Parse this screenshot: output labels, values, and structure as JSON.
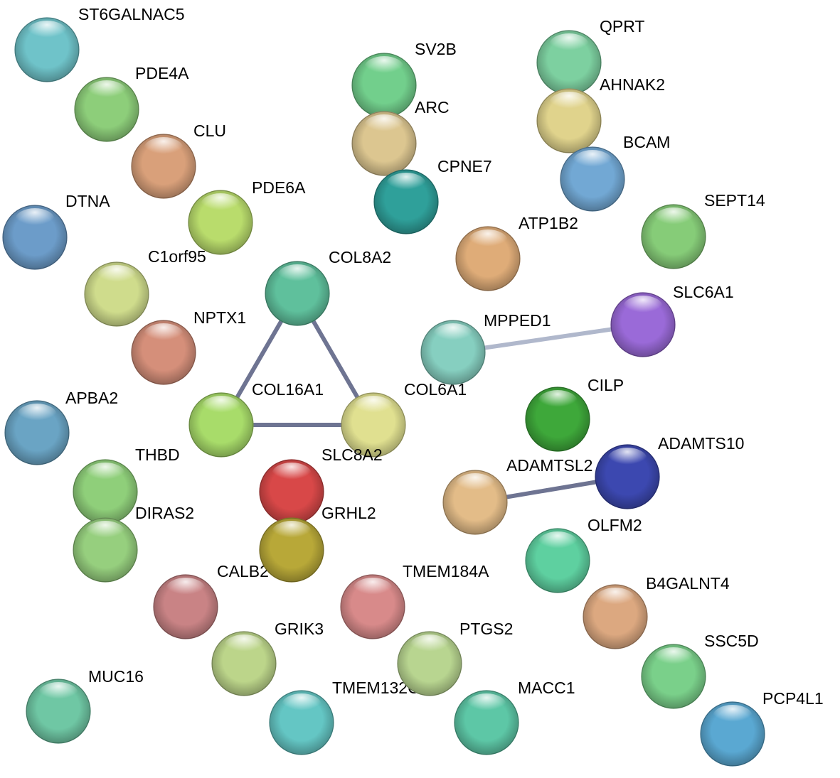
{
  "nodes": [
    {
      "id": "ST6GALNAC5",
      "color": "#6fc3c9"
    },
    {
      "id": "PDE4A",
      "color": "#8dce7a"
    },
    {
      "id": "CLU",
      "color": "#d9a07a"
    },
    {
      "id": "DTNA",
      "color": "#6c9cc9"
    },
    {
      "id": "PDE6A",
      "color": "#b9dc6c"
    },
    {
      "id": "C1orf95",
      "color": "#cfdc8c"
    },
    {
      "id": "NPTX1",
      "color": "#d58f7a"
    },
    {
      "id": "APBA2",
      "color": "#6aa4c4"
    },
    {
      "id": "THBD",
      "color": "#8fcf7a"
    },
    {
      "id": "DIRAS2",
      "color": "#96cf7e"
    },
    {
      "id": "CALB2",
      "color": "#c98385"
    },
    {
      "id": "GRIK3",
      "color": "#bcd58a"
    },
    {
      "id": "MUC16",
      "color": "#6fc7a4"
    },
    {
      "id": "COL8A2",
      "color": "#5fc09c"
    },
    {
      "id": "COL16A1",
      "color": "#a8dc6a"
    },
    {
      "id": "COL6A1",
      "color": "#e0e090"
    },
    {
      "id": "SLC8A2",
      "color": "#d84848"
    },
    {
      "id": "GRHL2",
      "color": "#b8a838"
    },
    {
      "id": "TMEM184A",
      "color": "#d88a8a"
    },
    {
      "id": "TMEM132C",
      "color": "#64c6c4"
    },
    {
      "id": "PTGS2",
      "color": "#b8d590"
    },
    {
      "id": "MACC1",
      "color": "#5dc7a6"
    },
    {
      "id": "SV2B",
      "color": "#72cf8c"
    },
    {
      "id": "ARC",
      "color": "#dcc690"
    },
    {
      "id": "CPNE7",
      "color": "#2fa09a"
    },
    {
      "id": "ATP1B2",
      "color": "#dfac78"
    },
    {
      "id": "MPPED1",
      "color": "#86cfc0"
    },
    {
      "id": "QPRT",
      "color": "#7dd0a0"
    },
    {
      "id": "AHNAK2",
      "color": "#e0d38c"
    },
    {
      "id": "BCAM",
      "color": "#72a8d4"
    },
    {
      "id": "SEPT14",
      "color": "#86cc78"
    },
    {
      "id": "SLC6A1",
      "color": "#9a6ad8"
    },
    {
      "id": "CILP",
      "color": "#3ea83a"
    },
    {
      "id": "ADAMTS10",
      "color": "#3c48b0"
    },
    {
      "id": "ADAMTSL2",
      "color": "#e3bc88"
    },
    {
      "id": "OLFM2",
      "color": "#5ed0a0"
    },
    {
      "id": "B4GALNT4",
      "color": "#dca880"
    },
    {
      "id": "SSC5D",
      "color": "#7ad08a"
    },
    {
      "id": "PCP4L1",
      "color": "#5aa8d2"
    }
  ],
  "edges": [
    {
      "from": "COL8A2",
      "to": "COL16A1",
      "color": "#6e7492"
    },
    {
      "from": "COL8A2",
      "to": "COL6A1",
      "color": "#6e7492"
    },
    {
      "from": "COL16A1",
      "to": "COL6A1",
      "color": "#6e7492"
    },
    {
      "from": "MPPED1",
      "to": "SLC6A1",
      "color": "#b0b8cc"
    },
    {
      "from": "ADAMTSL2",
      "to": "ADAMTS10",
      "color": "#6e7492"
    }
  ]
}
